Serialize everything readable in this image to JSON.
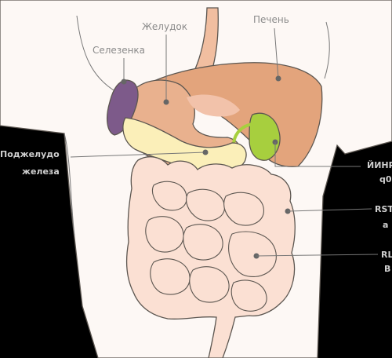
{
  "diagram": {
    "labels": {
      "stomach": "Желудок",
      "liver": "Печень",
      "spleen": "Селезенка",
      "pancreas_line1": "Поджелудо",
      "pancreas_line2": "железа",
      "gallbladder_line1": "ЙИНРЧ",
      "gallbladder_line2": "q0",
      "large_intestine_line1": "RST",
      "large_intestine_line2": "a",
      "small_intestine_line1": "RL",
      "small_intestine_line2": "B"
    },
    "colors": {
      "background": "#000000",
      "body": "#fdf8f5",
      "outline": "#5c5650",
      "liver": "#e3a47c",
      "stomach": "#e9b18e",
      "spleen": "#7d5a8a",
      "pancreas": "#fbefb9",
      "gallbladder": "#a7cf3e",
      "intestine": "#fbe0d3",
      "esophagus": "#f1bea0",
      "leader": "#777777"
    }
  }
}
